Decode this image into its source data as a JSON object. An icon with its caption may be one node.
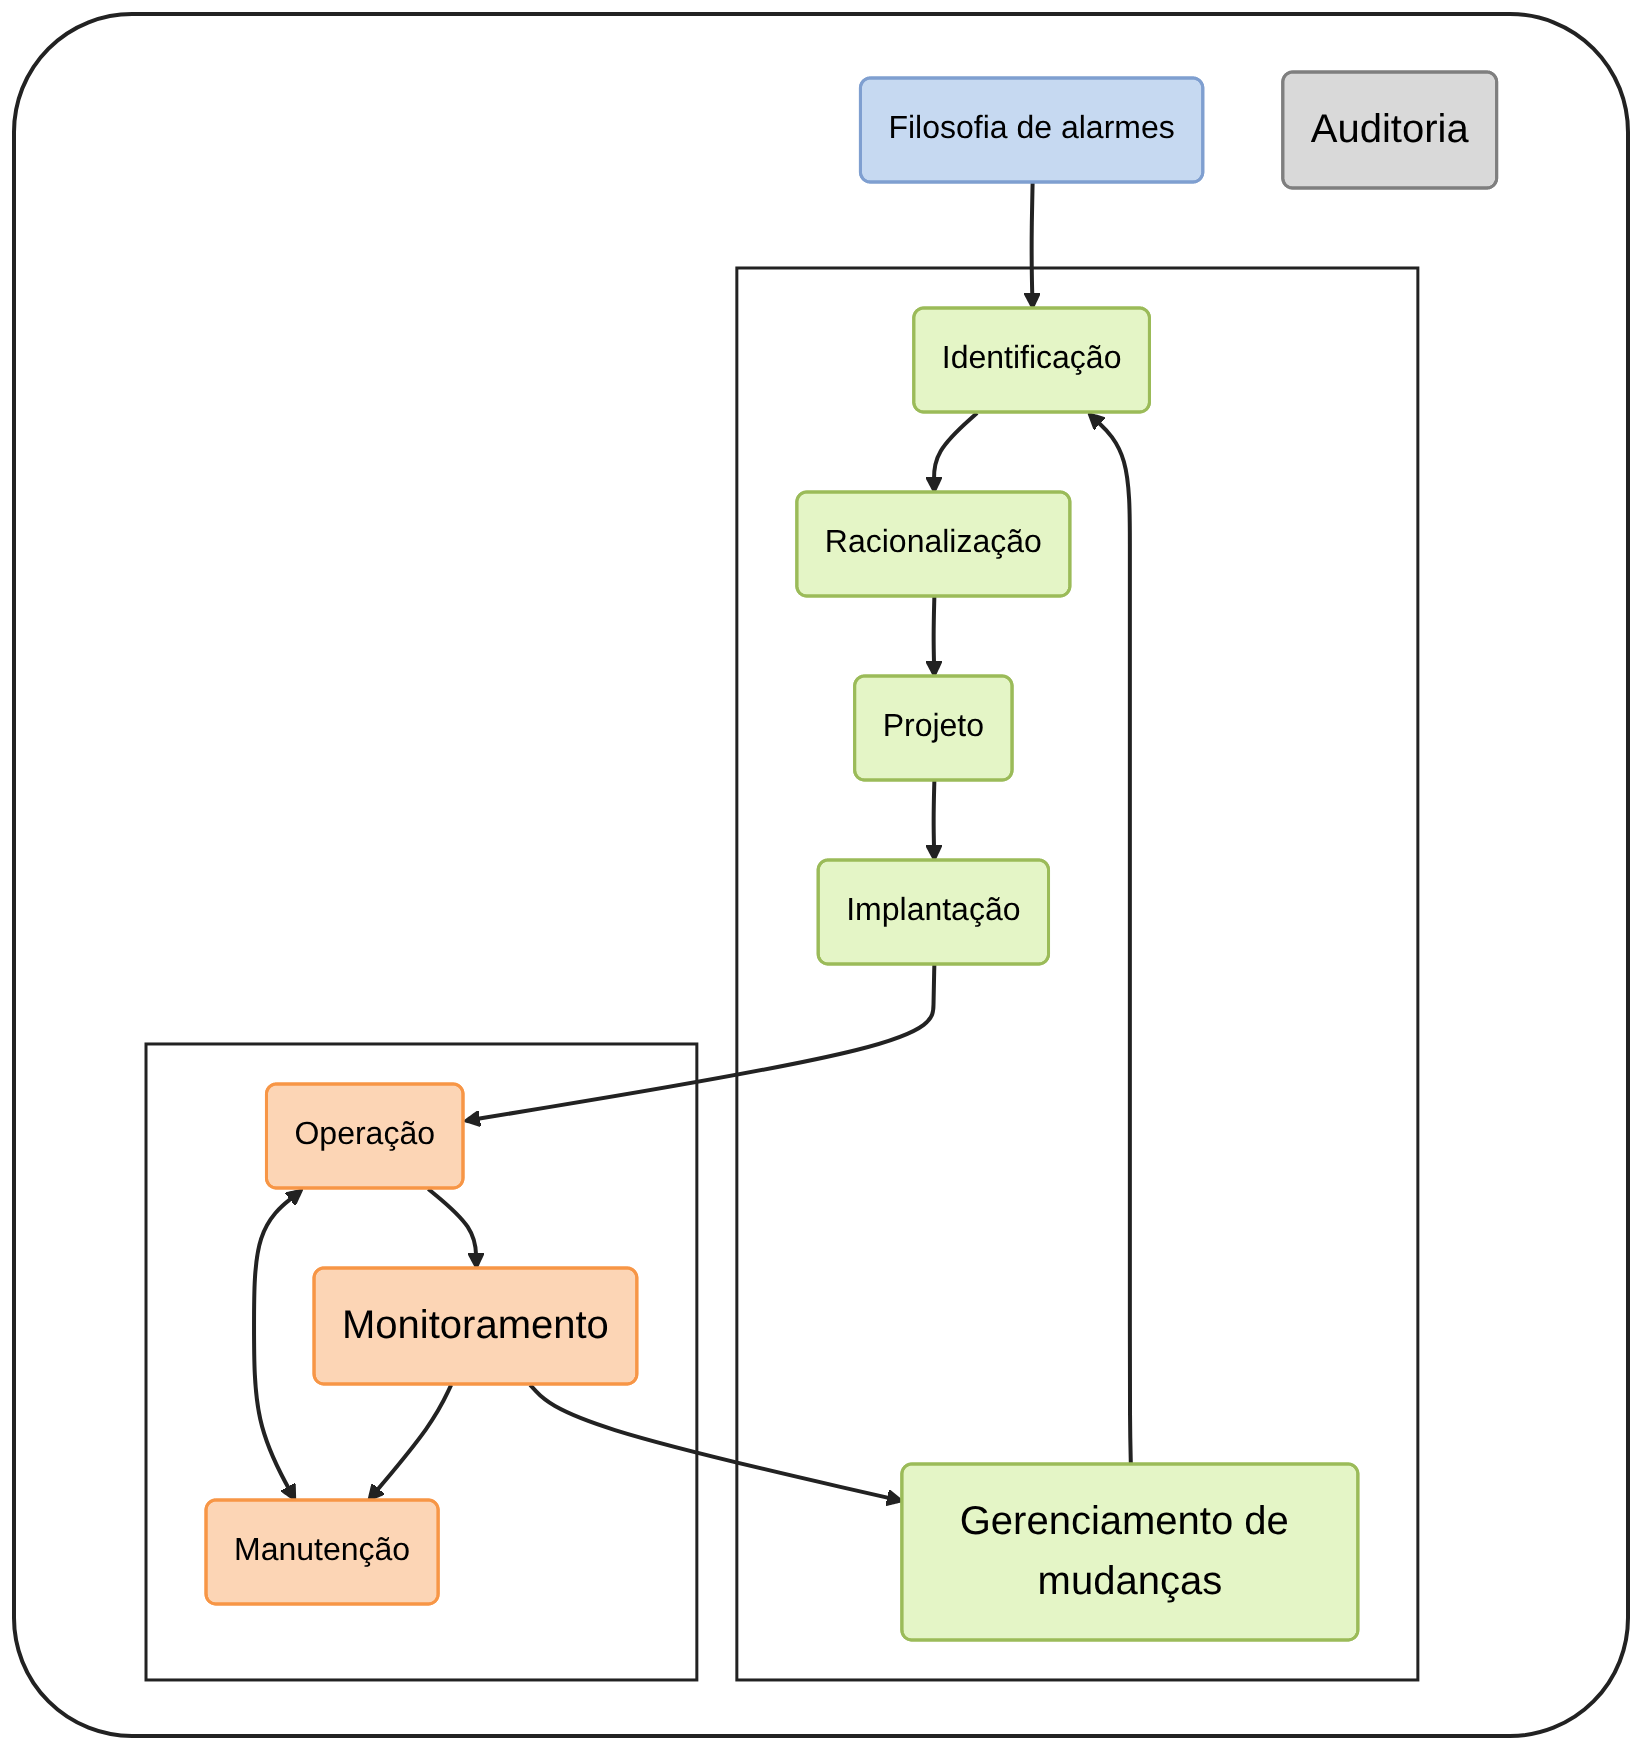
{
  "diagram": {
    "nodes": [
      {
        "text": [
          "Filosofia de alarmes"
        ]
      },
      {
        "text": [],
        "shape": "box"
      },
      {
        "text": [
          "Identificação"
        ],
        "in": 1
      },
      {
        "text": [
          "Racionalização"
        ],
        "in": 1
      },
      {
        "text": [
          "Projeto"
        ],
        "in": 1
      },
      {
        "text": [
          "Implantação"
        ],
        "in": 1
      },
      {
        "text": [
          "Gerenciamento de mudanças"
        ],
        "in": 1
      },
      {
        "text": [],
        "shape": "box"
      },
      {
        "text": [
          "Operação"
        ],
        "in": 7
      },
      {
        "text": [
          "Monitoramento"
        ],
        "in": 7
      },
      {
        "text": [
          "Manutenção"
        ],
        "in": 7
      },
      {
        "text": [
          "Auditoria"
        ]
      }
    ],
    "edges": [
      {
        "from": 0,
        "to": 2,
        "arrow": "to"
      },
      {
        "from": 6,
        "to": 2,
        "arrow": "to"
      },
      {
        "from": 2,
        "to": 3,
        "arrow": "to"
      },
      {
        "from": 3,
        "to": 4,
        "arrow": "to"
      },
      {
        "from": 4,
        "to": 5,
        "arrow": "to"
      },
      {
        "from": 5,
        "to": 8,
        "arrow": "to"
      },
      {
        "from": 8,
        "to": 10,
        "arrow": "both"
      },
      {
        "from": 8,
        "to": 9,
        "arrow": "to"
      },
      {
        "from": 9,
        "to": 10,
        "arrow": "to"
      },
      {
        "from": 9,
        "to": 6,
        "arrow": "to"
      }
    ]
  }
}
